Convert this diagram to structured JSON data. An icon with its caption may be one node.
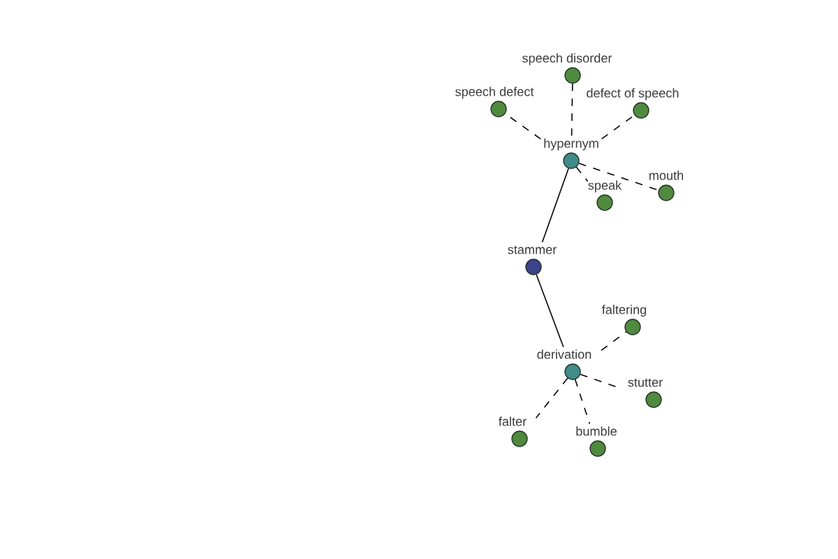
{
  "diagram": {
    "nodes": [
      {
        "text": [
          "speech disorder"
        ]
      },
      {
        "text": [
          "speech defect"
        ]
      },
      {
        "text": [
          "defect of speech"
        ]
      },
      {
        "text": [
          "hypernym"
        ]
      },
      {
        "text": [
          "speak"
        ]
      },
      {
        "text": [
          "mouth"
        ]
      },
      {
        "text": [
          "stammer"
        ]
      },
      {
        "text": [
          "faltering"
        ]
      },
      {
        "text": [
          "derivation"
        ]
      },
      {
        "text": [
          "stutter"
        ]
      },
      {
        "text": [
          "falter"
        ]
      },
      {
        "text": [
          "bumble"
        ]
      }
    ],
    "edges": [
      {
        "from": 6,
        "to": 3,
        "arrow": "none"
      },
      {
        "from": 6,
        "to": 8,
        "arrow": "none"
      },
      {
        "from": 3,
        "to": 0,
        "arrow": "none",
        "style": "dashed"
      },
      {
        "from": 3,
        "to": 1,
        "arrow": "none",
        "style": "dashed"
      },
      {
        "from": 3,
        "to": 2,
        "arrow": "none",
        "style": "dashed"
      },
      {
        "from": 3,
        "to": 4,
        "arrow": "none",
        "style": "dashed"
      },
      {
        "from": 3,
        "to": 5,
        "arrow": "none",
        "style": "dashed"
      },
      {
        "from": 8,
        "to": 7,
        "arrow": "none",
        "style": "dashed"
      },
      {
        "from": 8,
        "to": 9,
        "arrow": "none",
        "style": "dashed"
      },
      {
        "from": 8,
        "to": 10,
        "arrow": "none",
        "style": "dashed"
      },
      {
        "from": 8,
        "to": 11,
        "arrow": "none",
        "style": "dashed"
      }
    ]
  }
}
